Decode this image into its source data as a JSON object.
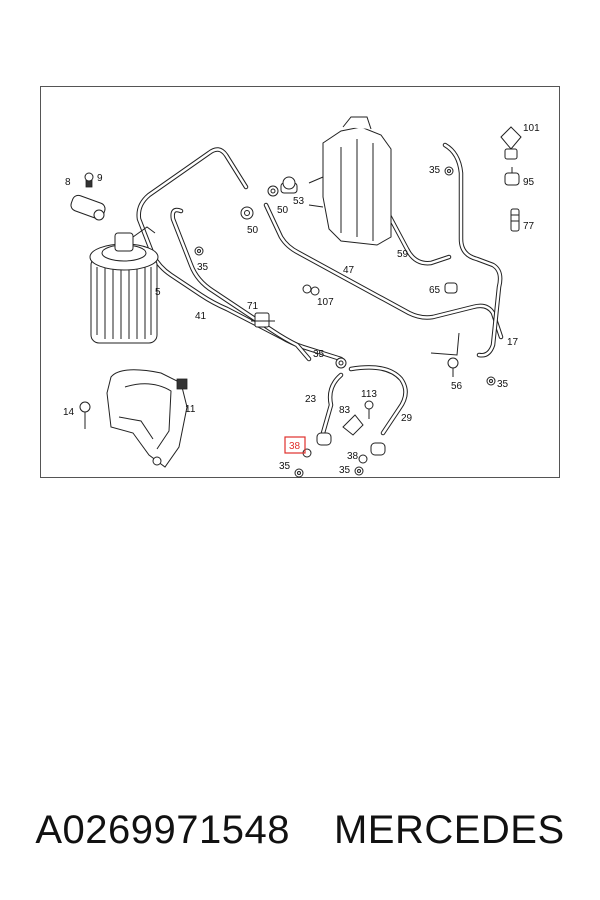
{
  "diagram": {
    "callouts": {
      "c101": "101",
      "c95": "95",
      "c77": "77",
      "c35_tr": "35",
      "c8": "8",
      "c9": "9",
      "c53": "53",
      "c50a": "50",
      "c50b": "50",
      "c35_a": "35",
      "c47": "47",
      "c59": "59",
      "c5": "5",
      "c107": "107",
      "c65": "65",
      "c71": "71",
      "c41": "41",
      "c17": "17",
      "c35_b": "35",
      "c56": "56",
      "c35_c": "35",
      "c23": "23",
      "c113": "113",
      "c83": "83",
      "c14": "14",
      "c11": "11",
      "c29": "29",
      "c38_hl": "38",
      "c35_d": "35",
      "c38b": "38",
      "c35_e": "35"
    },
    "highlight_color": "#e0302c"
  },
  "caption": {
    "part_number": "A0269971548",
    "brand": "MERCEDES"
  }
}
